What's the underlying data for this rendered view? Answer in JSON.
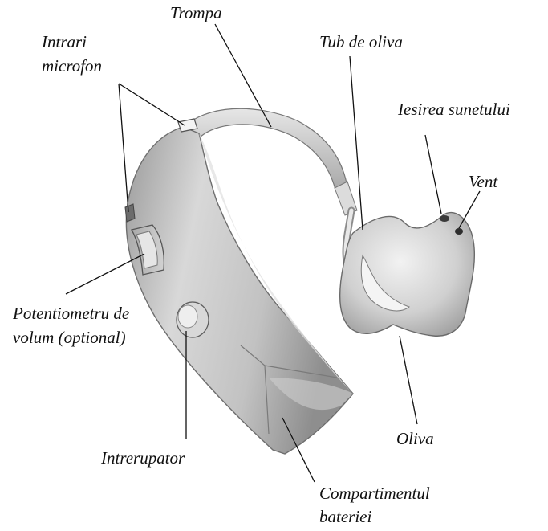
{
  "labels": {
    "trompa": "Trompa",
    "intrari_line1": "Intrari",
    "intrari_line2": "microfon",
    "tub_de_oliva": "Tub de oliva",
    "iesirea_sunetului": "Iesirea sunetului",
    "vent": "Vent",
    "potentiometru_line1": "Potentiometru de",
    "potentiometru_line2": "volum (optional)",
    "intrerupator": "Intrerupator",
    "oliva": "Oliva",
    "compartimentul_line1": "Compartimentul",
    "compartimentul_line2": "bateriei"
  },
  "colors": {
    "ink": "#111111",
    "body_light": "#e4e4e4",
    "body_mid": "#bdbdbd",
    "body_dark": "#8c8c8c",
    "earmold": "#d6d6d6"
  }
}
